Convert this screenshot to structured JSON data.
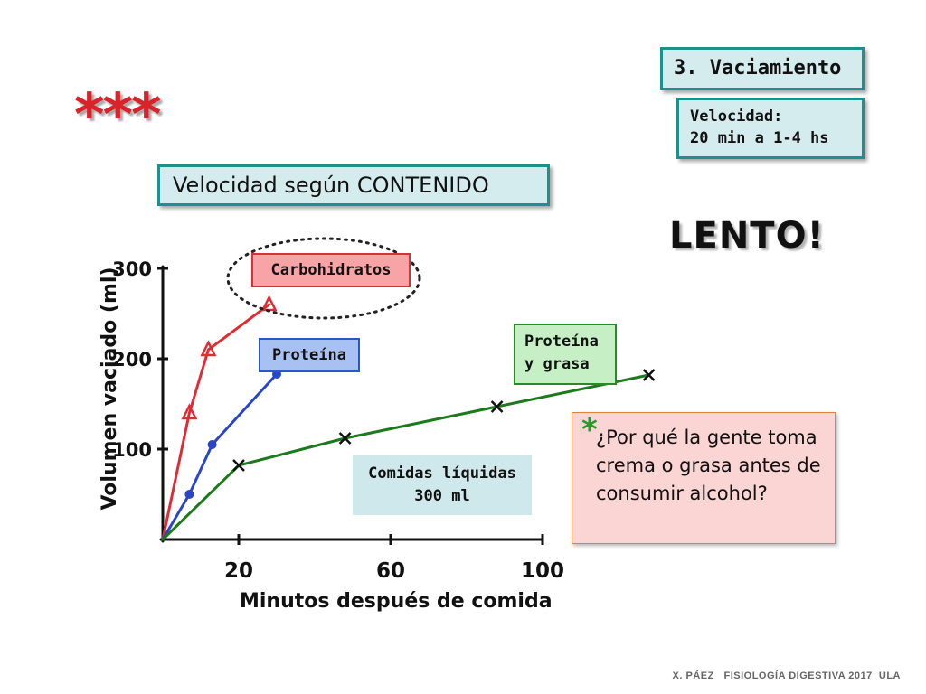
{
  "decor": {
    "stars": "***"
  },
  "header": {
    "section": "3. Vaciamiento",
    "speed_label": "Velocidad:",
    "speed_value": "20 min a 1-4 hs"
  },
  "subtitle": "Velocidad según CONTENIDO",
  "slow": "LENTO!",
  "question": {
    "star": "*",
    "text": "¿Por qué la gente toma crema o grasa antes de consumir alcohol?"
  },
  "footer": "X. PÁEZ   FISIOLOGÍA DIGESTIVA 2017  ULA",
  "colors": {
    "carb": "#e02b33",
    "prot": "#2b45c8",
    "protgrasa": "#1c7a1c",
    "liquid": "#111111"
  },
  "chart_data": {
    "type": "line",
    "xlabel": "Minutos después de comida",
    "ylabel": "Volumen vaciado (ml)",
    "xticks": [
      "20",
      "60",
      "100"
    ],
    "yticks": [
      "100",
      "200",
      "300"
    ],
    "xlim": [
      0,
      100
    ],
    "ylim": [
      0,
      300
    ],
    "annotation": "Comidas líquidas 300 ml",
    "series": [
      {
        "name": "Carbohidratos",
        "color": "#e02b33",
        "marker": "triangle",
        "x": [
          0,
          7,
          12,
          28
        ],
        "y": [
          0,
          140,
          210,
          260
        ]
      },
      {
        "name": "Proteína",
        "color": "#2b45c8",
        "marker": "dot",
        "x": [
          0,
          7,
          13,
          30
        ],
        "y": [
          0,
          50,
          105,
          183
        ]
      },
      {
        "name": "Proteína y grasa",
        "color": "#1c7a1c",
        "marker": "cross",
        "x": [
          0,
          20,
          48,
          88,
          128
        ],
        "y": [
          0,
          82,
          112,
          147,
          182
        ]
      }
    ]
  }
}
